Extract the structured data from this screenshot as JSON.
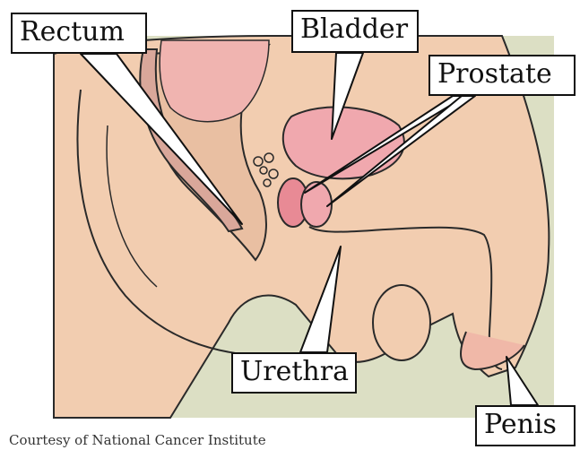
{
  "labels": {
    "rectum": "Rectum",
    "bladder": "Bladder",
    "prostate": "Prostate",
    "urethra": "Urethra",
    "penis": "Penis"
  },
  "credit": "Courtesy of National Cancer Institute",
  "colors": {
    "background_panel": "#dcdfc4",
    "skin": "#f2cdb0",
    "outline": "#2a2a2a",
    "bladder_fill": "#f0a8ae",
    "rectum_fill": "#d9a79a",
    "prostate_fill": "#e88a95"
  }
}
